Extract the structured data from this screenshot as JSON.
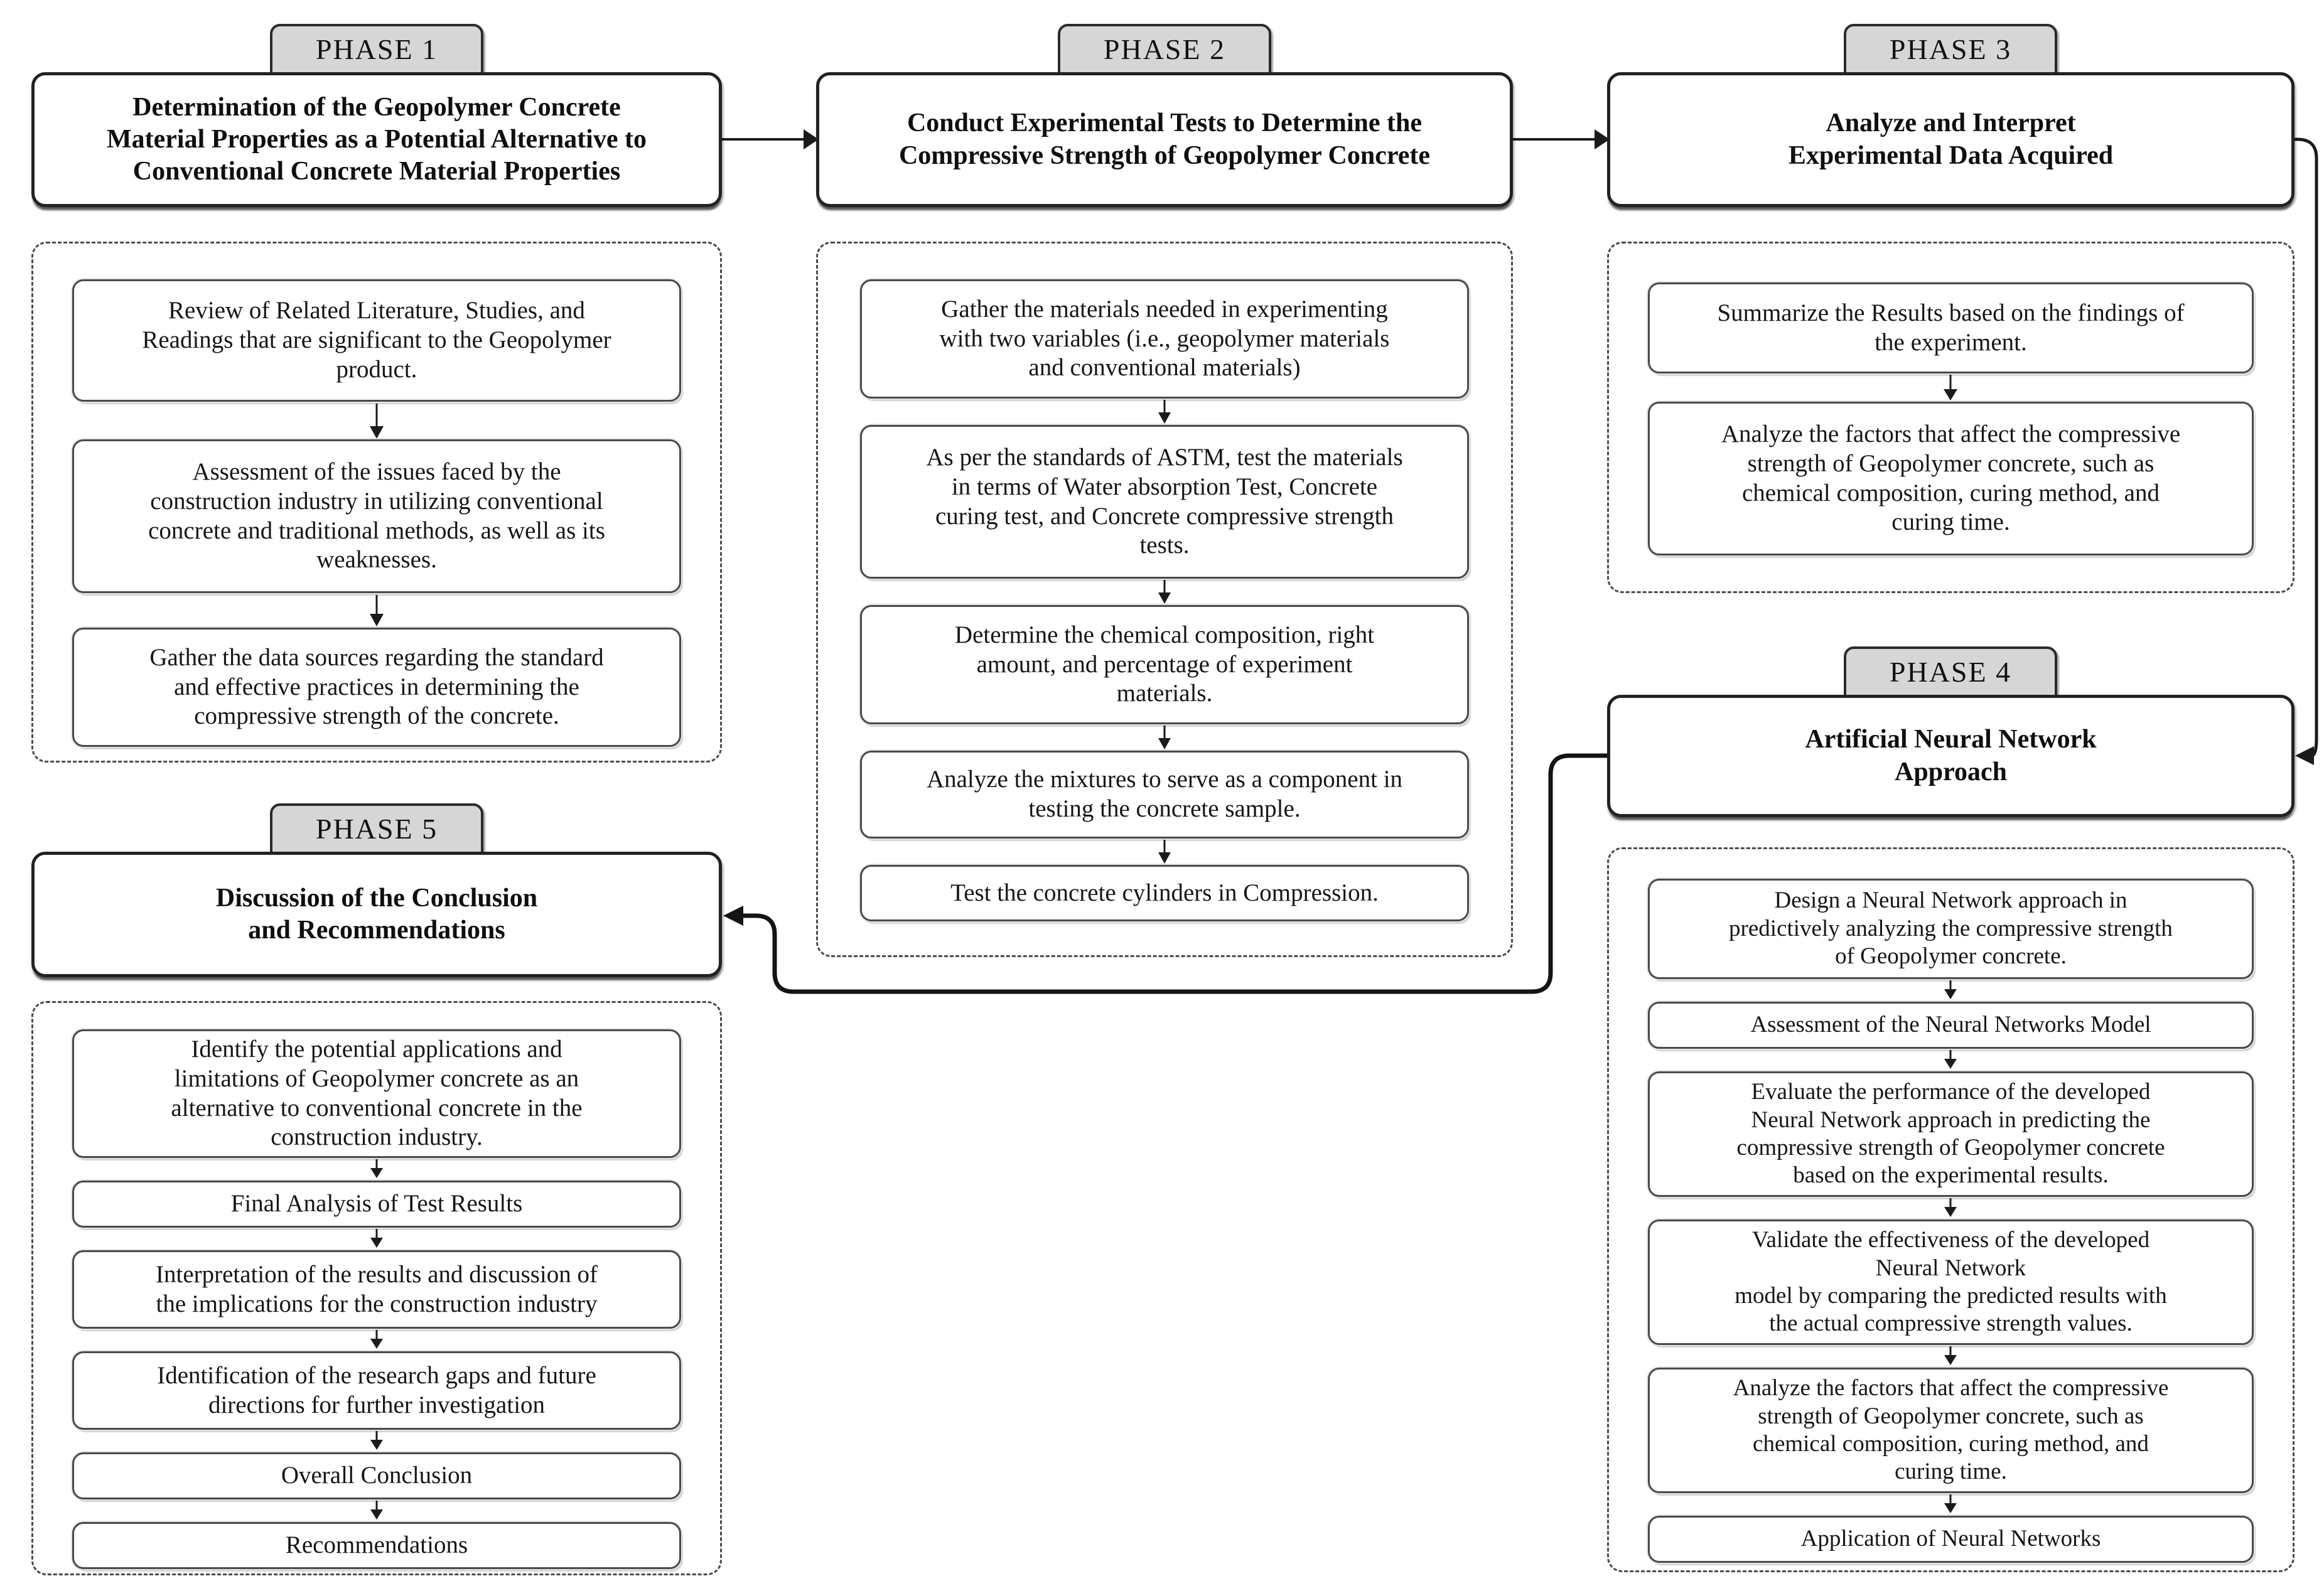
{
  "diagram": {
    "background_color": "#ffffff",
    "tab_fill_color": "#d6d6d6",
    "box_fill_color": "#ffffff",
    "line_color": "#1b1b1b",
    "phases": [
      {
        "tab_label": "PHASE 1",
        "title": "Determination of the Geopolymer Concrete\nMaterial Properties as a Potential Alternative to\nConventional Concrete Material Properties",
        "steps": [
          "Review of Related Literature, Studies, and\nReadings that are significant to the Geopolymer\nproduct.",
          "Assessment of the issues faced by the\nconstruction industry in utilizing conventional\nconcrete and traditional methods, as well as its\nweaknesses.",
          "Gather the data sources regarding the standard\nand effective practices in determining the\ncompressive strength of the concrete."
        ]
      },
      {
        "tab_label": "PHASE 2",
        "title": "Conduct Experimental Tests to Determine the\nCompressive Strength of Geopolymer Concrete",
        "steps": [
          "Gather the materials needed in experimenting\nwith two variables (i.e., geopolymer materials\nand conventional materials)",
          "As per the standards of ASTM, test the materials\nin terms of Water absorption Test, Concrete\ncuring test, and Concrete compressive strength\ntests.",
          "Determine the chemical composition, right\namount, and percentage of experiment\nmaterials.",
          "Analyze the mixtures to serve as a component in\ntesting the concrete sample.",
          "Test the concrete cylinders in Compression."
        ]
      },
      {
        "tab_label": "PHASE 3",
        "title": "Analyze and Interpret\nExperimental Data Acquired",
        "steps": [
          "Summarize the Results based on the findings of\nthe experiment.",
          "Analyze the factors that affect the compressive\nstrength of Geopolymer concrete, such as\nchemical composition, curing method, and\ncuring time."
        ]
      },
      {
        "tab_label": "PHASE 4",
        "title": "Artificial Neural Network\nApproach",
        "steps": [
          "Design a Neural Network approach in\npredictively analyzing the compressive strength\nof Geopolymer concrete.",
          "Assessment of the Neural Networks Model",
          "Evaluate the performance of the developed\nNeural Network approach in predicting the\ncompressive strength of Geopolymer concrete\nbased on the experimental results.",
          "Validate the effectiveness of the developed\nNeural Network\nmodel by comparing the predicted results with\nthe actual compressive strength values.",
          "Analyze the factors that affect the compressive\nstrength of Geopolymer concrete, such as\nchemical composition, curing method, and\ncuring time.",
          "Application of Neural Networks"
        ]
      },
      {
        "tab_label": "PHASE 5",
        "title": "Discussion of the Conclusion\nand Recommendations",
        "steps": [
          "Identify the potential applications and\nlimitations of Geopolymer concrete as an\nalternative to conventional concrete in the\nconstruction industry.",
          "Final Analysis of Test Results",
          "Interpretation of the results and discussion of\nthe implications for the construction industry",
          "Identification of the research gaps and future\ndirections for further investigation",
          "Overall Conclusion",
          "Recommendations"
        ]
      }
    ]
  }
}
